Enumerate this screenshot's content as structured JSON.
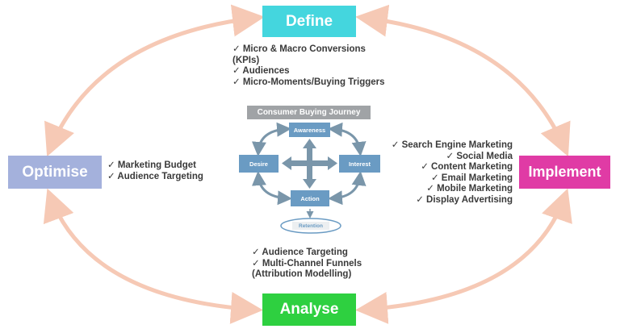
{
  "stages": {
    "define": "Define",
    "optimise": "Optimise",
    "implement": "Implement",
    "analyse": "Analyse"
  },
  "define_items": [
    "✓ Micro & Macro Conversions",
    "(KPIs)",
    "✓ Audiences",
    "✓ Micro-Moments/Buying Triggers"
  ],
  "optimise_items": [
    "✓ Marketing Budget",
    "✓ Audience Targeting"
  ],
  "implement_items": [
    "✓ Search Engine Marketing",
    "✓ Social Media",
    "✓ Content Marketing",
    "✓ Email Marketing",
    "✓ Mobile Marketing",
    "✓ Display Advertising"
  ],
  "analyse_items": [
    "✓ Audience Targeting",
    "✓ Multi-Channel Funnels",
    "(Attribution Modelling)"
  ],
  "journey": {
    "title": "Consumer Buying Journey",
    "awareness": "Awareness",
    "interest": "Interest",
    "desire": "Desire",
    "action": "Action",
    "retention": "Retention"
  },
  "colors": {
    "define": "#44d6de",
    "optimise": "#a4b1dc",
    "implement": "#e03ba5",
    "analyse": "#2ed040",
    "cycle_arrow": "#f6c9b5",
    "journey_box": "#6a9bc3",
    "journey_arrow": "#7a96aa"
  }
}
